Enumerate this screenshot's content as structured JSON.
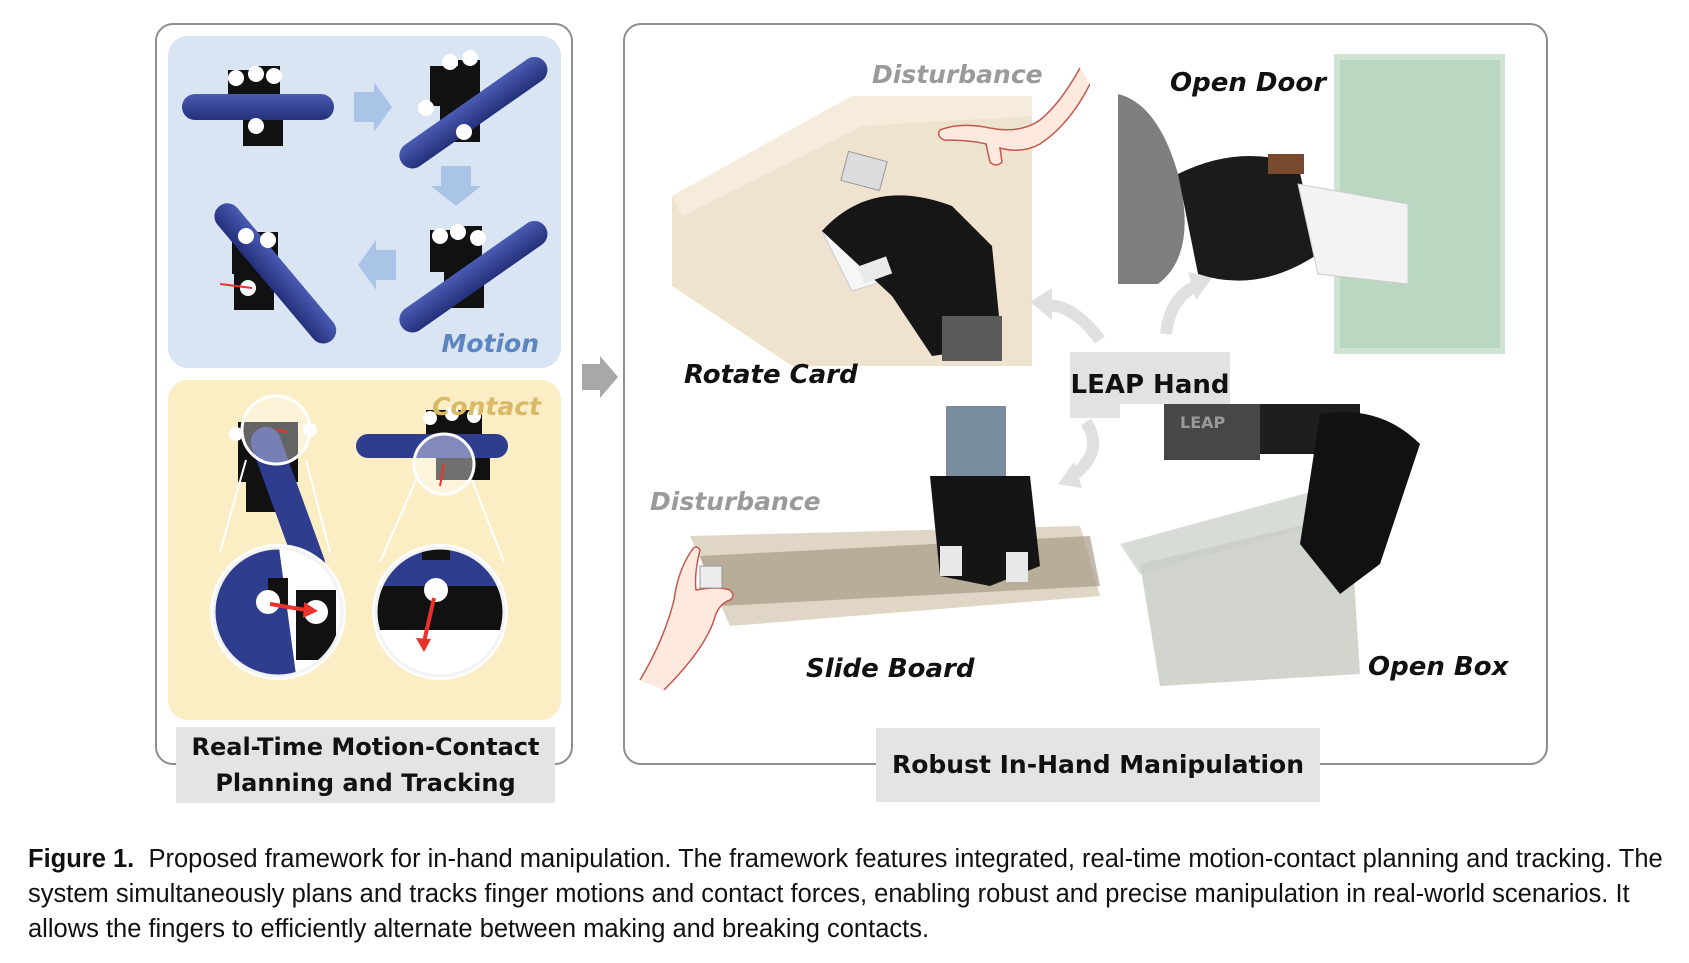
{
  "left_panel": {
    "motion_label": "Motion",
    "contact_label": "Contact",
    "caption_line1": "Real-Time Motion-Contact",
    "caption_line2": "Planning and Tracking"
  },
  "right_panel": {
    "caption": "Robust In-Hand Manipulation",
    "center_label": "LEAP Hand",
    "tasks": {
      "rotate_card": "Rotate Card",
      "open_door": "Open Door",
      "slide_board": "Slide Board",
      "open_box": "Open Box"
    },
    "disturbance_top": "Disturbance",
    "disturbance_bottom": "Disturbance",
    "box_brand": "LEAP"
  },
  "figure_caption": {
    "label": "Figure 1.",
    "text": "Proposed framework for in-hand manipulation. The framework features integrated, real-time motion-contact planning and tracking. The system simultaneously plans and tracks finger motions and contact forces, enabling robust and precise manipulation in real-world scenarios. It allows the fingers to efficiently alternate between making and breaking contacts."
  },
  "colors": {
    "motion_bg": "#d9e5f3",
    "contact_bg": "#fbedc4",
    "object_blue": "#2f3d8e",
    "arrow_blue": "#a9c4e6",
    "contact_force": "#e8322a",
    "frame_gray": "#8e8e8e",
    "caption_bg": "#e4e4e4"
  }
}
